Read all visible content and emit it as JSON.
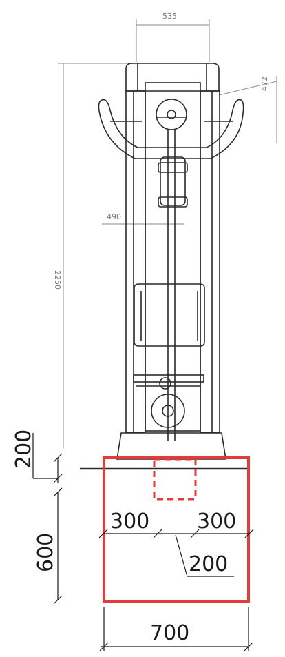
{
  "drawing": {
    "colors": {
      "line": "#2a2a2a",
      "faint": "#8a8a8a",
      "foundation": "#e23b3b"
    },
    "dimensions": {
      "top_width": "535",
      "top_right": "472",
      "total_height": "2250",
      "handle_dim": "490",
      "base_height": "200",
      "foundation_depth": "600",
      "left_offset": "300",
      "right_offset": "300",
      "center_width": "200",
      "foundation_width": "700"
    }
  }
}
